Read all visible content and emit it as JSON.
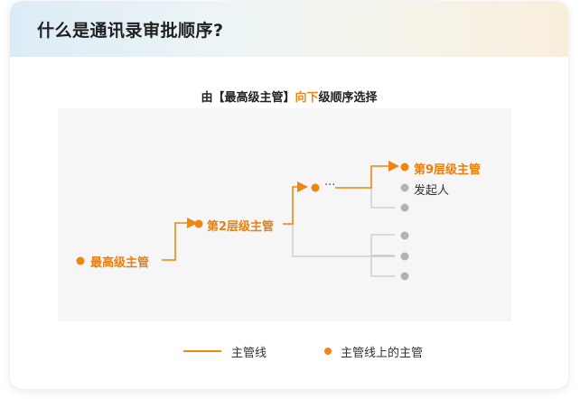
{
  "header": {
    "title": "什么是通讯录审批顺序?"
  },
  "diagram": {
    "title_prefix": "由【最高级主管】",
    "title_highlight": "向下",
    "title_suffix": "级顺序选择",
    "nodes": {
      "top": "最高级主管",
      "level2": "第2层级主管",
      "ellipsis": "···",
      "level9": "第9层级主管",
      "initiator": "发起人"
    }
  },
  "legend": {
    "line_label": "主管线",
    "dot_label": "主管线上的主管"
  },
  "colors": {
    "accent": "#f0850f",
    "gray_dot": "#b3b3b3",
    "gray_line": "#c8c8c8"
  }
}
